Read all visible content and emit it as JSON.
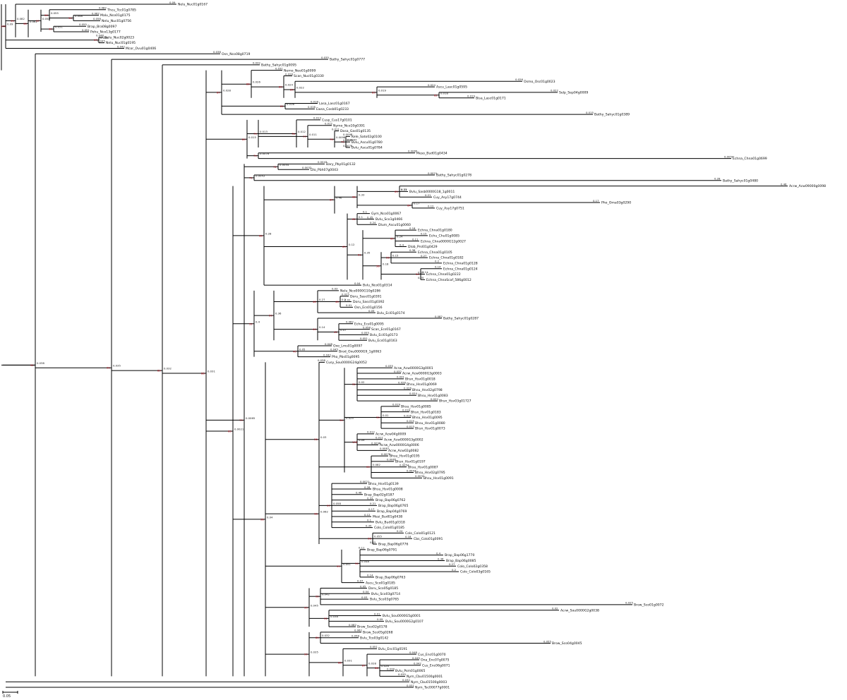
{
  "colors": {
    "branch": "#000000",
    "leaf_label": "#0a0a0a",
    "support_label": "#b00010",
    "background": "#ffffff"
  },
  "tree": {
    "scale_bar": {
      "length": 0.05,
      "label": "0.05"
    },
    "leaves": [
      "Nelu_Nuc01g0167",
      "Thcu_Tcc01g0785",
      "Malu_Nco01g0175",
      "Nelu_Nuc01g0756",
      "Brap_Bra08g0097",
      "Pohu_Nco13g0177",
      "Nelu_Nuc02g0023",
      "Nelu_Nuc01g0195",
      "Mcor_Ovu01g0406",
      "Osn_Nco08g0719",
      "Bathy_Sahyc01g0777",
      "Bathy_Sahyc01g0095",
      "Nemo_Neo01g0099",
      "Scan_Nuc01g0330",
      "Osmo_Osc01g0023",
      "Ascu_Lasc01g0595",
      "Selp_Sep04g0009",
      "Bisa_Lasc01g0171",
      "Lasa_Lasc01g0167",
      "Ewsa_Cosb01g0233",
      "Bathy_Sahyc01g0389",
      "Cusp_Cus17g0101",
      "Nymo_Nco10g0391",
      "Dosa_Gas01g0135",
      "Kele_Sato02g0100",
      "Bvlu_Ascu01g0780",
      "Bvlu_Ascu01g0784",
      "Meso_Bud01g0434",
      "Echna_Chna01g0699",
      "Bary_Pby01g0132",
      "Dlo_Pbh07g0043",
      "Bathy_Sahyc01g0278",
      "Bathy_Sahyc01g0480",
      "Acrw_Acw09000g0098",
      "Bvlu_Sasb0000G18_1g0011",
      "Cuy_Asy17g0744",
      "Pho_Oma03g0290",
      "Cuy_Asy17g0751",
      "Gym_Nco01g0067",
      "Bvlu_Sco1g0466",
      "Dlum_Ascu01g0060",
      "Echna_Chna01g0180",
      "Echu_Chu01g0085",
      "Echna_Chna0000G12g0027",
      "Dlob_Prsl01g0429",
      "Echna_Chna01g0105",
      "Echna_Chna01g0182",
      "Echna_Chna01g0128",
      "Echna_Chna01g0124",
      "Echna_Chna01g0222",
      "Echna_ChnaScaf_586g0012",
      "Bvlu_Nco01g0314",
      "Nelu_Nco0000G10g0286",
      "Doru_Sasc01g0391",
      "Doru_Sasc01g0392",
      "Osn_Ecs01g0156",
      "Bvlu_Eci01g0174",
      "Bathy_Sahyc01g0287",
      "Echu_Ecs01g0095",
      "Scan_Ecs01g0167",
      "Bvlu_Eci01g0173",
      "Bvlu_Ecs01g0163",
      "Oxo_Lms01g0097",
      "Brod_Oxu0000G9_1g0063",
      "Pho_Pbs01g0095",
      "Cusy_Sou0000G24g0052",
      "Acrw_Acw0000G3g0001",
      "Acrw_Acw0000G3g0003",
      "Bhsn_Hsv01g0018",
      "Bhsu_Hsv01g0069",
      "Bhsu_Hsv02g0798",
      "Bhsu_Hsv01g0083",
      "Bhsn_Hsv03g01727",
      "Bhsu_Hsv01g0085",
      "Bhsn_Hsv01g0183",
      "Bhsu_Hsv01g0095",
      "Bhsu_Hsv01g0080",
      "Bhsn_Hsv01g0073",
      "Acrw_Acw04g0009",
      "Acrw_Acw0000G3g0002",
      "Acrw_Acw0000G4g0006",
      "Acrw_Acw02g0082",
      "Bhsu_Hsv01g0195",
      "Bhsn_Hsv01g0197",
      "Bhsu_Hsv01g0087",
      "Bhsu_Hsv02g0795",
      "Bhsu_Hsv01g0091",
      "Bhsu_Hsv01g0139",
      "Bhsu_Hsv01g0008",
      "Brap_Bap02g0187",
      "Brap_Bap06g0762",
      "Brap_Bap06g0765",
      "Brap_Bap04g0769",
      "Mesi_Bud01g0438",
      "Bvlu_Bud01g0318",
      "Colo_Colo01g0185",
      "Colo_Colo01g0121",
      "Cbs_Colo01g0091",
      "Brap_Bap06g0776",
      "Brap_Bap06g0791",
      "Brap_Bap06g1770",
      "Brap_Bap06g0085",
      "Colo_Colo02g0358",
      "Colo_Colo03g0165",
      "Brap_Bap06g0763",
      "Ascu_Sco01g0185",
      "Doru_Sco05g0185",
      "Bvlu_Sco03g0714",
      "Bvlu_Sco03g0765",
      "Brow_Sco01g0072",
      "Acrw_Sou0000G2g0038",
      "Bvlu_Sou0000G5g0001",
      "Bvlu_Sou0000G2g0107",
      "Brow_Sco02g0178",
      "Brow_Sco05g0268",
      "Bvlu_Tco03g0142",
      "Brow_Sco04g0045",
      "Bvlu_Enc01g0191",
      "Cus_Enc01g0070",
      "Ona_Enc07g0075",
      "Cus_Enc06g0071",
      "Bvlu_Psm01g0065",
      "Nym_Cbu01500g0001",
      "Nym_Cbu01500g0003",
      "Nym_Tsc00077g0001"
    ],
    "support_values": [
      "100",
      "99",
      "98",
      "97",
      "96",
      "95",
      "94",
      "93",
      "92",
      "91",
      "90",
      "89",
      "88",
      "87",
      "86",
      "85",
      "84",
      "83",
      "82",
      "81",
      "80",
      "79",
      "78",
      "77",
      "76",
      "75",
      "74",
      "73",
      "72",
      "71",
      "70",
      "69",
      "68",
      "67",
      "66",
      "65",
      "64",
      "63",
      "62",
      "61",
      "60",
      "58",
      "56",
      "54",
      "52",
      "50",
      "48",
      "46",
      "44",
      "42",
      "40",
      "38",
      "36",
      "34",
      "32",
      "30"
    ],
    "branch_length_values": [
      "0.09",
      "0.082",
      "0.062",
      "0.058",
      "0.055",
      "0.051",
      "0.048",
      "0.045",
      "0.042",
      "0.038",
      "0.035",
      "0.032",
      "0.031",
      "0.028",
      "0.026",
      "0.024",
      "0.022",
      "0.019",
      "0.018",
      "0.016",
      "0.015",
      "0.013",
      "0.012",
      "0.011",
      "0.0098",
      "0.0087",
      "0.0076",
      "0.0065",
      "0.0054",
      "0.0043",
      "0.0032",
      "0.0021",
      "0.28",
      "0.46",
      "0.33",
      "0.21",
      "0.17",
      "0.12",
      "0.1",
      "0.35",
      "0.24",
      "0.18",
      "0.15",
      "0.11",
      "0.4",
      "0.36",
      "0.27",
      "0.2",
      "0.14",
      "0.07",
      "0.05",
      "0.04",
      "0.03",
      "0.025",
      "0.02",
      "0.01"
    ]
  }
}
